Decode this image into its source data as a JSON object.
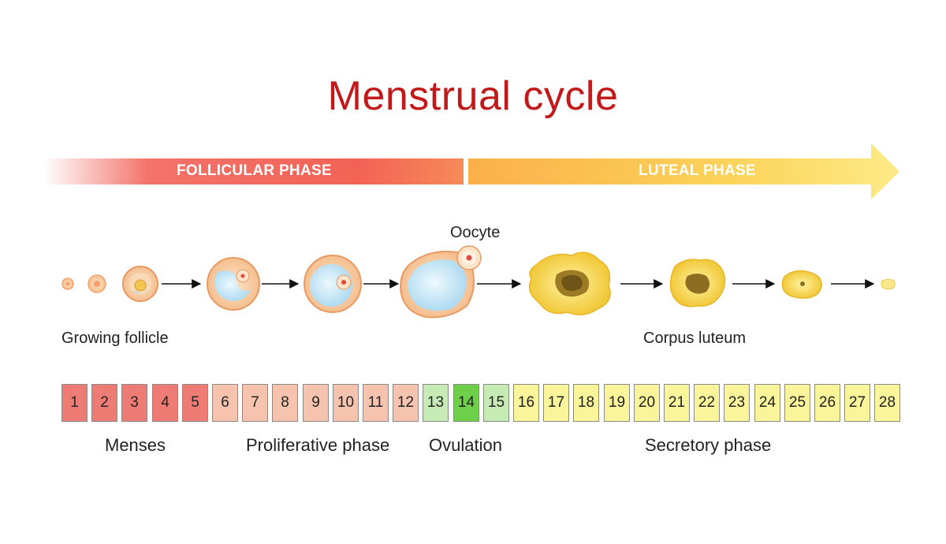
{
  "title": "Menstrual cycle",
  "phases": {
    "follicular": "FOLLICULAR PHASE",
    "luteal": "LUTEAL PHASE"
  },
  "labels": {
    "oocyte": "Oocyte",
    "growing_follicle": "Growing follicle",
    "corpus_luteum": "Corpus luteum"
  },
  "colors": {
    "title": "#c01a1a",
    "menses": "#ef7c74",
    "proliferative": "#f6c4ae",
    "ovulation_light": "#c7ebb4",
    "ovulation_peak": "#6dcf4a",
    "secretory": "#faf59a",
    "follicular_arrow": "#f15a50",
    "luteal_arrow": "#fbd35a"
  },
  "days": [
    {
      "n": "1",
      "stage": "menses"
    },
    {
      "n": "2",
      "stage": "menses"
    },
    {
      "n": "3",
      "stage": "menses"
    },
    {
      "n": "4",
      "stage": "menses"
    },
    {
      "n": "5",
      "stage": "menses"
    },
    {
      "n": "6",
      "stage": "proliferative"
    },
    {
      "n": "7",
      "stage": "proliferative"
    },
    {
      "n": "8",
      "stage": "proliferative"
    },
    {
      "n": "9",
      "stage": "proliferative"
    },
    {
      "n": "10",
      "stage": "proliferative"
    },
    {
      "n": "11",
      "stage": "proliferative"
    },
    {
      "n": "12",
      "stage": "proliferative"
    },
    {
      "n": "13",
      "stage": "ovulation_light"
    },
    {
      "n": "14",
      "stage": "ovulation_peak"
    },
    {
      "n": "15",
      "stage": "ovulation_light"
    },
    {
      "n": "16",
      "stage": "secretory"
    },
    {
      "n": "17",
      "stage": "secretory"
    },
    {
      "n": "18",
      "stage": "secretory"
    },
    {
      "n": "19",
      "stage": "secretory"
    },
    {
      "n": "20",
      "stage": "secretory"
    },
    {
      "n": "21",
      "stage": "secretory"
    },
    {
      "n": "22",
      "stage": "secretory"
    },
    {
      "n": "23",
      "stage": "secretory"
    },
    {
      "n": "24",
      "stage": "secretory"
    },
    {
      "n": "25",
      "stage": "secretory"
    },
    {
      "n": "26",
      "stage": "secretory"
    },
    {
      "n": "27",
      "stage": "secretory"
    },
    {
      "n": "28",
      "stage": "secretory"
    }
  ],
  "phase_names": {
    "menses": "Menses",
    "proliferative": "Proliferative phase",
    "ovulation": "Ovulation",
    "secretory": "Secretory phase"
  }
}
